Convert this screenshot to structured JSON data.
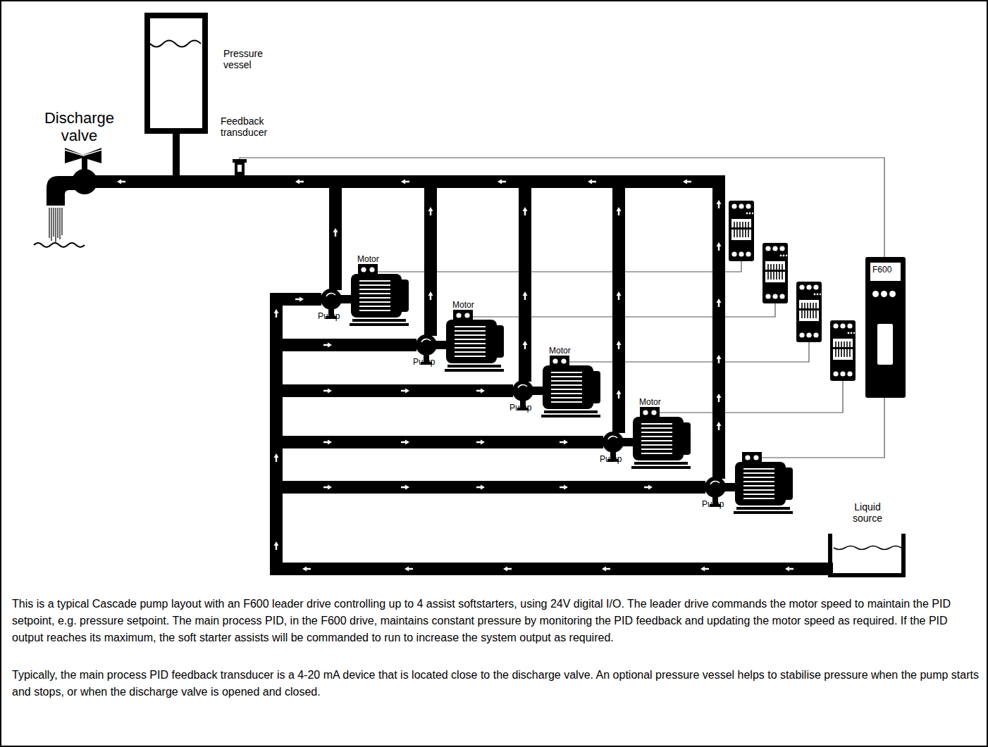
{
  "diagram": {
    "caption": "This is a typical Cascade pump layout with an F600 leader drive controlling up to 4 assist softstarters, using 24V digital I/O.  The leader drive commands the motor speed to maintain the PID setpoint, e.g. pressure setpoint. The main process PID, in the F600 drive, maintains constant pressure by monitoring the PID feedback and updating the motor speed as required. If the PID output reaches its maximum, the soft starter assists will be commanded to run to increase the system output as required.",
    "nodes": [
      {
        "text": [
          "Pressure vessel"
        ]
      },
      {
        "text": [
          "F600"
        ]
      },
      {
        "text": [
          "Liquid source"
        ]
      }
    ],
    "labels": [
      "Discharge valve",
      "Feedback transducer",
      "Motor",
      "Motor",
      "Motor",
      "Motor",
      "Pump",
      "Pump",
      "Pump",
      "Pump",
      "Pump",
      "Typically, the main process PID feedback transducer is a 4-20 mA device that is located close to the discharge valve. An optional pressure vessel helps to stabilise pressure when the pump starts and stops, or when the discharge valve is opened and closed."
    ]
  }
}
